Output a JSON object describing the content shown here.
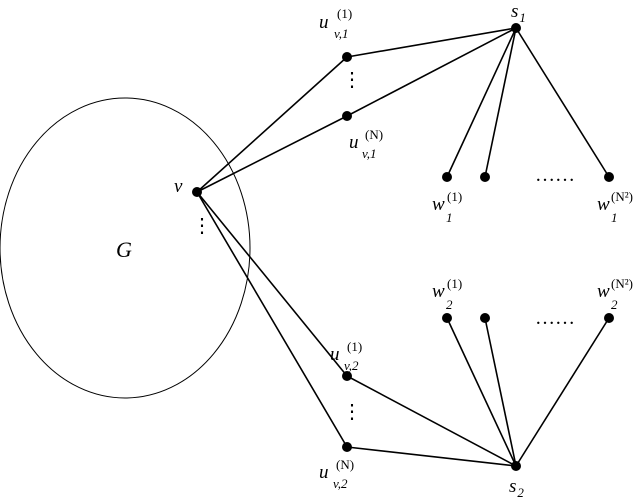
{
  "graph": {
    "big_label": "G",
    "v_label": "v",
    "vertical_dots": "⋮",
    "horizontal_dots": "……",
    "s1": {
      "main": "s",
      "sub": "1"
    },
    "s2": {
      "main": "s",
      "sub": "2"
    },
    "u_v1_1": {
      "main": "u",
      "sup": "(1)",
      "sub": "v,1"
    },
    "u_v1_N": {
      "main": "u",
      "sup": "(N)",
      "sub": "v,1"
    },
    "u_v2_1": {
      "main": "u",
      "sup": "(1)",
      "sub": "v,2"
    },
    "u_v2_N": {
      "main": "u",
      "sup": "(N)",
      "sub": "v,2"
    },
    "w1_1": {
      "main": "w",
      "sup": "(1)",
      "sub": "1"
    },
    "w1_N2": {
      "main": "w",
      "sup": "(N²)",
      "sub": "1"
    },
    "w2_1": {
      "main": "w",
      "sup": "(1)",
      "sub": "2"
    },
    "w2_N2": {
      "main": "w",
      "sup": "(N²)",
      "sub": "2"
    }
  }
}
